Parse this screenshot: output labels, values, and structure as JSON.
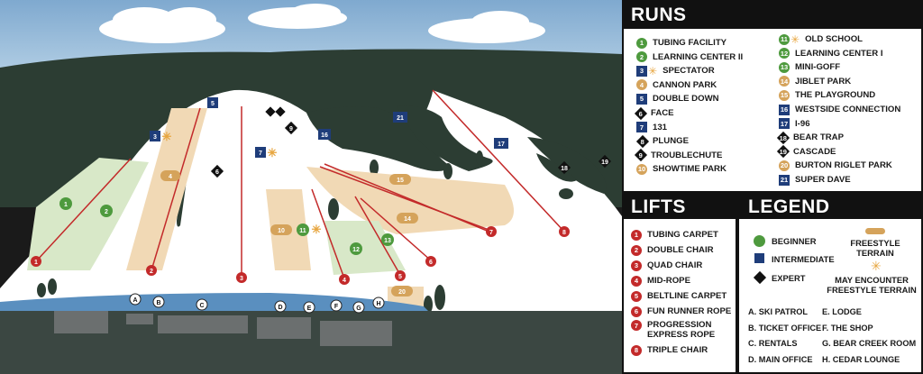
{
  "runs": {
    "title": "RUNS",
    "items": [
      {
        "num": "1",
        "label": "TUBING FACILITY",
        "type": "green"
      },
      {
        "num": "2",
        "label": "LEARNING CENTER II",
        "type": "green"
      },
      {
        "num": "3",
        "label": "SPECTATOR",
        "type": "blue",
        "freestyle": true
      },
      {
        "num": "4",
        "label": "CANNON PARK",
        "type": "orange"
      },
      {
        "num": "5",
        "label": "DOUBLE DOWN",
        "type": "blue"
      },
      {
        "num": "6",
        "label": "FACE",
        "type": "black"
      },
      {
        "num": "7",
        "label": "131",
        "type": "blue"
      },
      {
        "num": "8",
        "label": "PLUNGE",
        "type": "double-black"
      },
      {
        "num": "9",
        "label": "TROUBLECHUTE",
        "type": "black"
      },
      {
        "num": "10",
        "label": "SHOWTIME PARK",
        "type": "orange"
      },
      {
        "num": "11",
        "label": "OLD SCHOOL",
        "type": "green",
        "freestyle": true
      },
      {
        "num": "12",
        "label": "LEARNING CENTER I",
        "type": "green"
      },
      {
        "num": "13",
        "label": "MINI-GOFF",
        "type": "green"
      },
      {
        "num": "14",
        "label": "JIBLET PARK",
        "type": "orange"
      },
      {
        "num": "15",
        "label": "THE PLAYGROUND",
        "type": "orange"
      },
      {
        "num": "16",
        "label": "WESTSIDE CONNECTION",
        "type": "blue"
      },
      {
        "num": "17",
        "label": "I-96",
        "type": "blue"
      },
      {
        "num": "18",
        "label": "BEAR TRAP",
        "type": "black"
      },
      {
        "num": "19",
        "label": "CASCADE",
        "type": "black"
      },
      {
        "num": "20",
        "label": "BURTON RIGLET PARK",
        "type": "orange"
      },
      {
        "num": "21",
        "label": "SUPER DAVE",
        "type": "blue"
      }
    ]
  },
  "lifts": {
    "title": "LIFTS",
    "items": [
      {
        "num": "1",
        "label": "TUBING CARPET"
      },
      {
        "num": "2",
        "label": "DOUBLE CHAIR"
      },
      {
        "num": "3",
        "label": "QUAD CHAIR"
      },
      {
        "num": "4",
        "label": "MID-ROPE"
      },
      {
        "num": "5",
        "label": "BELTLINE CARPET"
      },
      {
        "num": "6",
        "label": "FUN RUNNER ROPE"
      },
      {
        "num": "7",
        "label": "PROGRESSION EXPRESS ROPE"
      },
      {
        "num": "8",
        "label": "TRIPLE CHAIR"
      }
    ]
  },
  "legend": {
    "title": "LEGEND",
    "beginner": "BEGINNER",
    "intermediate": "INTERMEDIATE",
    "expert": "EXPERT",
    "freestyle_terrain": "FREESTYLE TERRAIN",
    "may_encounter": "MAY ENCOUNTER FREESTYLE TERRAIN",
    "facilities": [
      {
        "key": "A. SKI PATROL"
      },
      {
        "key": "E. LODGE"
      },
      {
        "key": "B. TICKET OFFICE"
      },
      {
        "key": "F. THE SHOP"
      },
      {
        "key": "C. RENTALS"
      },
      {
        "key": "G. BEAR CREEK ROOM"
      },
      {
        "key": "D. MAIN OFFICE"
      },
      {
        "key": "H. CEDAR LOUNGE"
      }
    ]
  },
  "map_labels": {
    "buildings": [
      "A",
      "B",
      "C",
      "D",
      "E",
      "F",
      "G",
      "H"
    ]
  },
  "colors": {
    "beginner": "#4e9a3e",
    "intermediate": "#1f3d7a",
    "expert": "#111111",
    "freestyle": "#d5a35b",
    "lift": "#c32a2a",
    "tree_dark": "#2c3d33",
    "sky": "#9fc2de"
  }
}
